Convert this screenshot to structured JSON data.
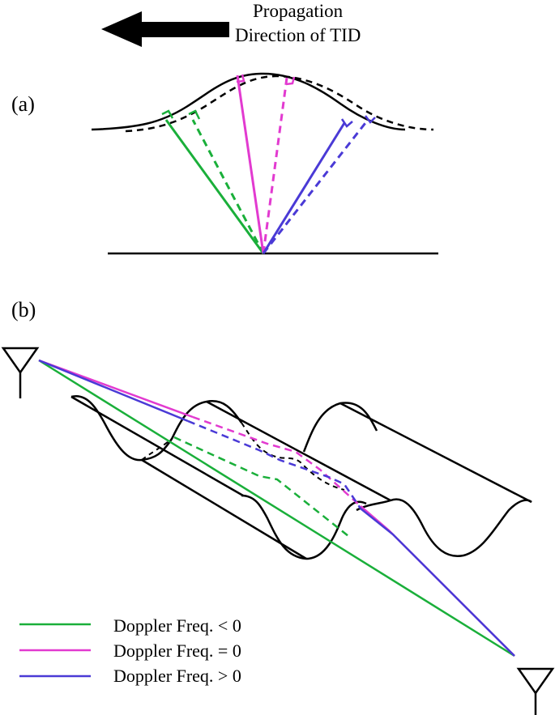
{
  "header": {
    "line1": "Propagation",
    "line2": "Direction of TID"
  },
  "panels": {
    "a": "(a)",
    "b": "(b)"
  },
  "legend": [
    {
      "label": "Doppler Freq. < 0",
      "color": "#1aaf3a"
    },
    {
      "label": "Doppler Freq. = 0",
      "color": "#e23ad0"
    },
    {
      "label": "Doppler Freq. > 0",
      "color": "#4a3ad6"
    }
  ],
  "colors": {
    "negative": "#1aaf3a",
    "zero": "#e23ad0",
    "positive": "#4a3ad6",
    "outline": "#000000"
  }
}
